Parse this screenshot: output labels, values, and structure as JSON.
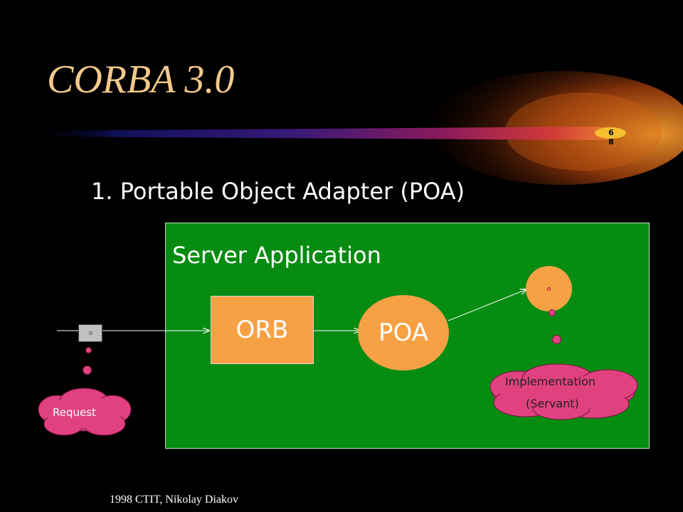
{
  "title": "CORBA 3.0",
  "slide_number": "6\n8",
  "subtitle": "1. Portable Object Adapter (POA)",
  "diagram": {
    "server_label": "Server Application",
    "orb_label": "ORB",
    "poa_label": "POA",
    "implementation_label": "Implementation",
    "servant_label": "(Servant)",
    "request_label": "Request"
  },
  "footer": "1998 CTIT, Nikolay Diakov",
  "colors": {
    "title": "#f3c98b",
    "server_box": "#078c12",
    "orange_shapes": "#f7a145",
    "bubbles": "#e0427f"
  }
}
